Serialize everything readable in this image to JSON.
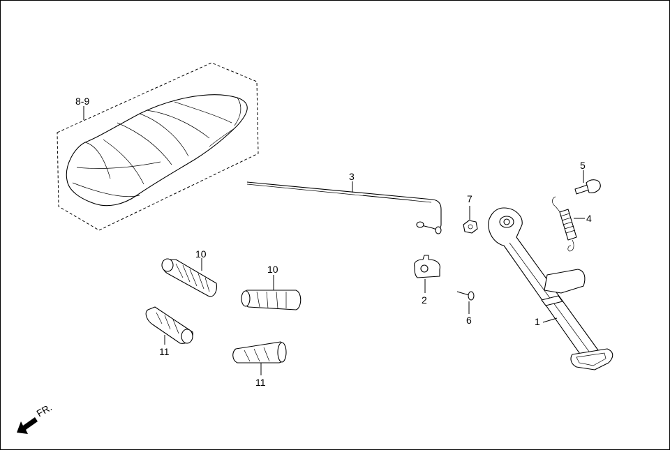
{
  "callouts": {
    "seat": "8-9",
    "side_stand": "1",
    "bracket": "2",
    "rod": "3",
    "spring": "4",
    "bolt": "5",
    "screw": "6",
    "nut": "7",
    "footrest_left": "10",
    "footrest_right": "10",
    "grip_left": "11",
    "grip_right": "11"
  },
  "direction_label": "FR.",
  "colors": {
    "line": "#000000",
    "background": "#ffffff"
  },
  "icons": {
    "direction": "arrow-front-icon"
  }
}
